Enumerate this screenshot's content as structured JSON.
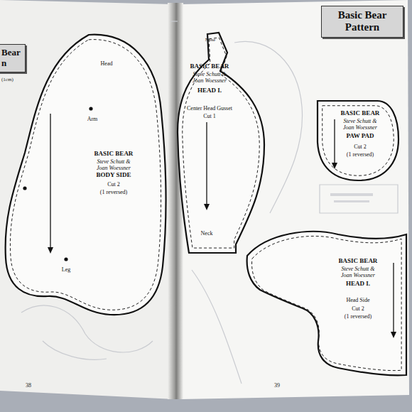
{
  "diagram": {
    "nodes": [
      {
        "text": [
          "Bear n"
        ]
      },
      {
        "text": [
          "Head",
          "Arm",
          "BASIC BEAR",
          "Steve Schutt & Joan Woessner",
          "BODY SIDE",
          "Cut 2",
          "(1 reversed)",
          "Leg"
        ]
      },
      {
        "text": [
          "Basic Bear Pattern"
        ]
      },
      {
        "text": [
          "Nose",
          "BASIC BEAR",
          "Steve Schutt & Joan Woessner",
          "HEAD I.",
          "Center Head Gusset",
          "Cut 1",
          "Neck"
        ]
      },
      {
        "text": [
          "BASIC BEAR",
          "Steve Schutt & Joan Woessner",
          "PAW PAD",
          "Cut 2",
          "(1 reversed)"
        ]
      },
      {
        "text": [
          "BASIC BEAR",
          "Steve Schutt & Joan Woessner",
          "HEAD I.",
          "Head Side",
          "Cut 2",
          "(1 reversed)"
        ]
      }
    ],
    "labels": [
      "(1cm)",
      "38",
      "39"
    ]
  }
}
